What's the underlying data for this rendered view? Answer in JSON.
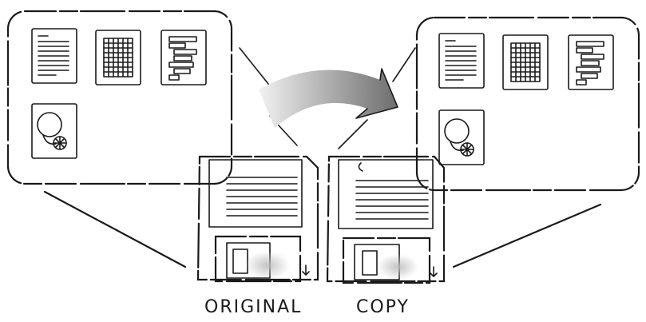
{
  "labels": {
    "original": "ORIGINAL",
    "copy": "COPY"
  },
  "disks": [
    {
      "role": "original",
      "window_icons": [
        "text-document-icon",
        "spreadsheet-icon",
        "outline-document-icon",
        "paint-application-icon"
      ]
    },
    {
      "role": "copy",
      "window_icons": [
        "text-document-icon",
        "spreadsheet-icon",
        "outline-document-icon",
        "paint-application-icon"
      ]
    }
  ],
  "arrow": {
    "from": "original",
    "to": "copy",
    "shading_color": "#9a9a9a"
  },
  "colors": {
    "ink": "#1a1a1a",
    "background": "#ffffff"
  }
}
